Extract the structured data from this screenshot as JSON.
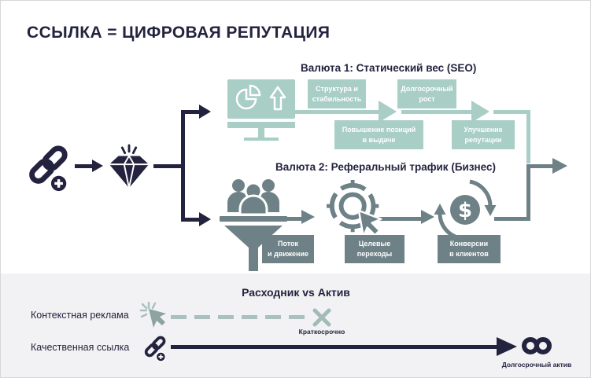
{
  "title": "ССЫЛКА = ЦИФРОВАЯ РЕПУТАЦИЯ",
  "colors": {
    "navy": "#23233f",
    "teal": "#a8cec6",
    "slate": "#6d8186",
    "dash_teal": "#a9c0bf",
    "bottom_bg": "#f2f2f4"
  },
  "flow": {
    "input_icons": [
      "link-add-icon",
      "diamond-icon"
    ],
    "currency1": {
      "heading": "Валюта 1: Статический вес (SEO)",
      "icon": "monitor-growth-icon",
      "boxes": [
        {
          "text": "Структура и\nстабильность"
        },
        {
          "text": "Долгосрочный\nрост"
        },
        {
          "text": "Повышение позиций\nв выдаче"
        },
        {
          "text": "Улучшение\nрепутации"
        }
      ]
    },
    "currency2": {
      "heading": "Валюта 2: Реферальный трафик (Бизнес)",
      "icons": [
        "audience-funnel-icon",
        "target-click-icon",
        "dollar-conversion-icon"
      ],
      "boxes": [
        {
          "text": "Поток\nи движение"
        },
        {
          "text": "Целевые\nпереходы"
        },
        {
          "text": "Конверсии\nв клиентов"
        }
      ]
    }
  },
  "comparison": {
    "title": "Расходник vs Актив",
    "rows": [
      {
        "label": "Контекстная реклама",
        "icon": "click-cursor-icon",
        "line_style": "dashed",
        "end_icon": "x-mark-icon",
        "caption": "Краткосрочно"
      },
      {
        "label": "Качественная ссылка",
        "icon": "link-add-icon",
        "line_style": "solid",
        "end_icon": "infinity-icon",
        "caption": "Долгосрочный актив"
      }
    ]
  }
}
